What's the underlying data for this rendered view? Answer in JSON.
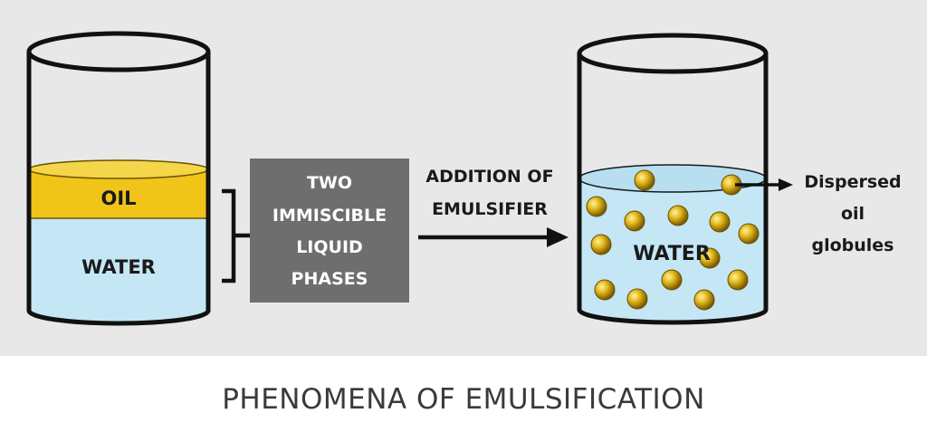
{
  "diagram": {
    "left_beaker": {
      "oil_label": "OIL",
      "water_label": "WATER",
      "oil_color": "#f0c419",
      "water_color": "#c4e6f5"
    },
    "phases_box": {
      "lines": [
        "TWO",
        "IMMISCIBLE",
        "LIQUID",
        "PHASES"
      ],
      "color": "#6e6e6e"
    },
    "arrow_label": {
      "lines": [
        "ADDITION OF",
        "EMULSIFIER"
      ]
    },
    "right_beaker": {
      "water_label": "WATER",
      "water_color": "#c4e6f5",
      "globule_color": "#d4a90e"
    },
    "callout": {
      "lines": [
        "Dispersed",
        "oil",
        "globules"
      ]
    }
  },
  "caption": "PHENOMENA OF EMULSIFICATION"
}
